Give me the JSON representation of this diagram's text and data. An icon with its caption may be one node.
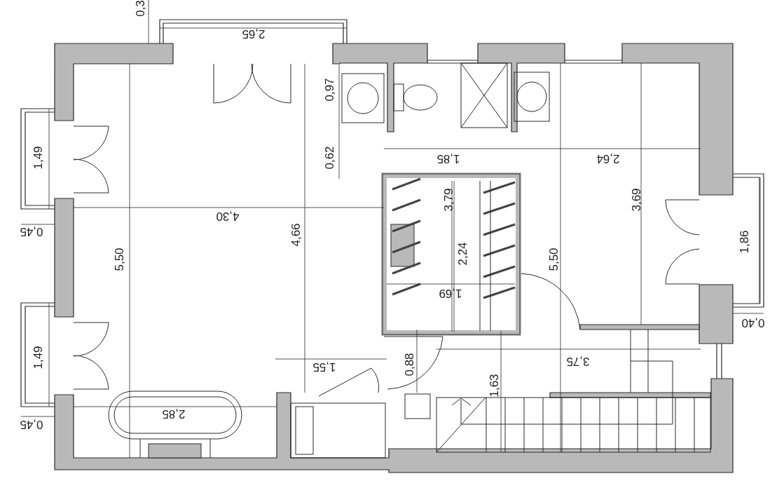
{
  "diagram": {
    "labels": [
      "0,3",
      "2,65",
      "0,97",
      "1,49",
      "0,62",
      "1,85",
      "2,64",
      "3,79",
      "3,69",
      "4,30",
      "0,45",
      "4,66",
      "1,86",
      "5,50",
      "2,24",
      "5,50",
      "1,69",
      "0,40",
      "1,55",
      "0,88",
      "3,75",
      "1,49",
      "1,63",
      "2,85",
      "0,45"
    ]
  }
}
